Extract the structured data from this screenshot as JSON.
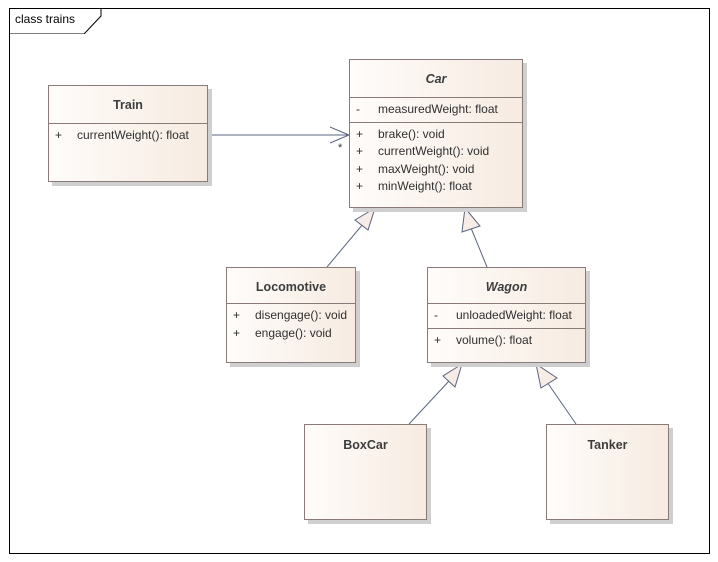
{
  "diagram": {
    "frame_label": "class trains",
    "classes": {
      "train": {
        "name": "Train",
        "abstract": false,
        "attributes": [],
        "operations": [
          {
            "visibility": "+",
            "text": "currentWeight(): float"
          }
        ]
      },
      "car": {
        "name": "Car",
        "abstract": true,
        "attributes": [
          {
            "visibility": "-",
            "text": "measuredWeight: float"
          }
        ],
        "operations": [
          {
            "visibility": "+",
            "text": "brake(): void"
          },
          {
            "visibility": "+",
            "text": "currentWeight(): void"
          },
          {
            "visibility": "+",
            "text": "maxWeight(): void"
          },
          {
            "visibility": "+",
            "text": "minWeight(): float"
          }
        ]
      },
      "locomotive": {
        "name": "Locomotive",
        "abstract": false,
        "attributes": [],
        "operations": [
          {
            "visibility": "+",
            "text": "disengage(): void"
          },
          {
            "visibility": "+",
            "text": "engage(): void"
          }
        ]
      },
      "wagon": {
        "name": "Wagon",
        "abstract": true,
        "attributes": [
          {
            "visibility": "-",
            "text": "unloadedWeight: float"
          }
        ],
        "operations": [
          {
            "visibility": "+",
            "text": "volume(): float"
          }
        ]
      },
      "boxcar": {
        "name": "BoxCar",
        "abstract": false,
        "attributes": [],
        "operations": []
      },
      "tanker": {
        "name": "Tanker",
        "abstract": false,
        "attributes": [],
        "operations": []
      }
    },
    "relationships": [
      {
        "type": "association",
        "from": "Train",
        "to": "Car",
        "target_multiplicity": "*",
        "navigable": "to"
      },
      {
        "type": "generalization",
        "from": "Locomotive",
        "to": "Car"
      },
      {
        "type": "generalization",
        "from": "Wagon",
        "to": "Car"
      },
      {
        "type": "generalization",
        "from": "BoxCar",
        "to": "Wagon"
      },
      {
        "type": "generalization",
        "from": "Tanker",
        "to": "Wagon"
      }
    ],
    "colors": {
      "class_border": "#8a7a7a",
      "class_fill_start": "#fffcfa",
      "class_fill_end": "#f6ebe1",
      "connector": "#5a6580",
      "frame": "#000000"
    }
  }
}
